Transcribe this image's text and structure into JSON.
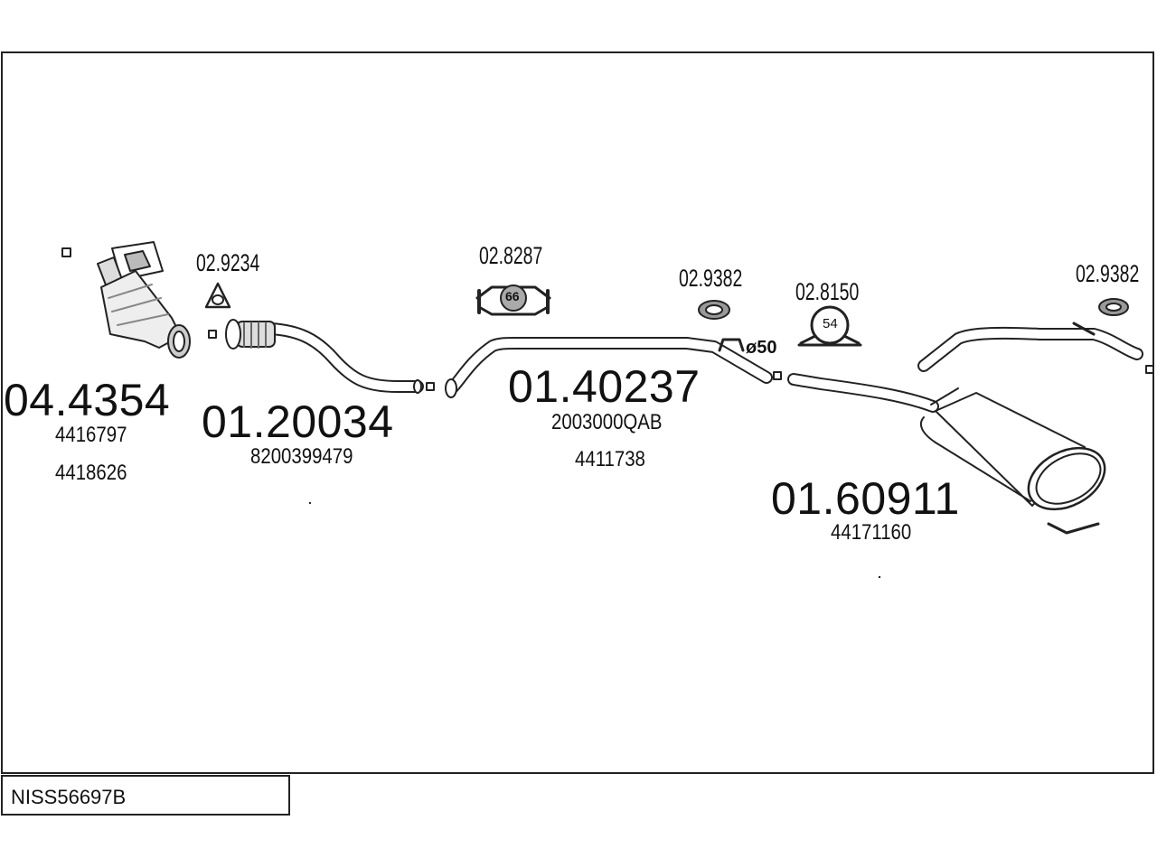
{
  "parts": {
    "catalyst": {
      "number": "04.4354",
      "refs": [
        "4416797",
        "4418626"
      ]
    },
    "front_pipe": {
      "number": "01.20034",
      "refs": [
        "8200399479"
      ]
    },
    "centre_pipe": {
      "number": "01.40237",
      "refs": [
        "2003000QAB",
        "4411738"
      ]
    },
    "rear_silencer": {
      "number": "01.60911",
      "refs": [
        "44171160"
      ]
    },
    "gasket": {
      "number": "02.9234"
    },
    "clamp_66": {
      "number": "02.8287",
      "size": "66"
    },
    "rubber_mount_1": {
      "number": "02.9382"
    },
    "clamp_54": {
      "number": "02.8150",
      "size": "54"
    },
    "rubber_mount_2": {
      "number": "02.9382"
    },
    "pipe_diameter": "ø50"
  },
  "diagram_code": "NISS56697B",
  "colors": {
    "line": "#222222",
    "fill": "#ffffff",
    "shade": "#9a9a9a"
  }
}
